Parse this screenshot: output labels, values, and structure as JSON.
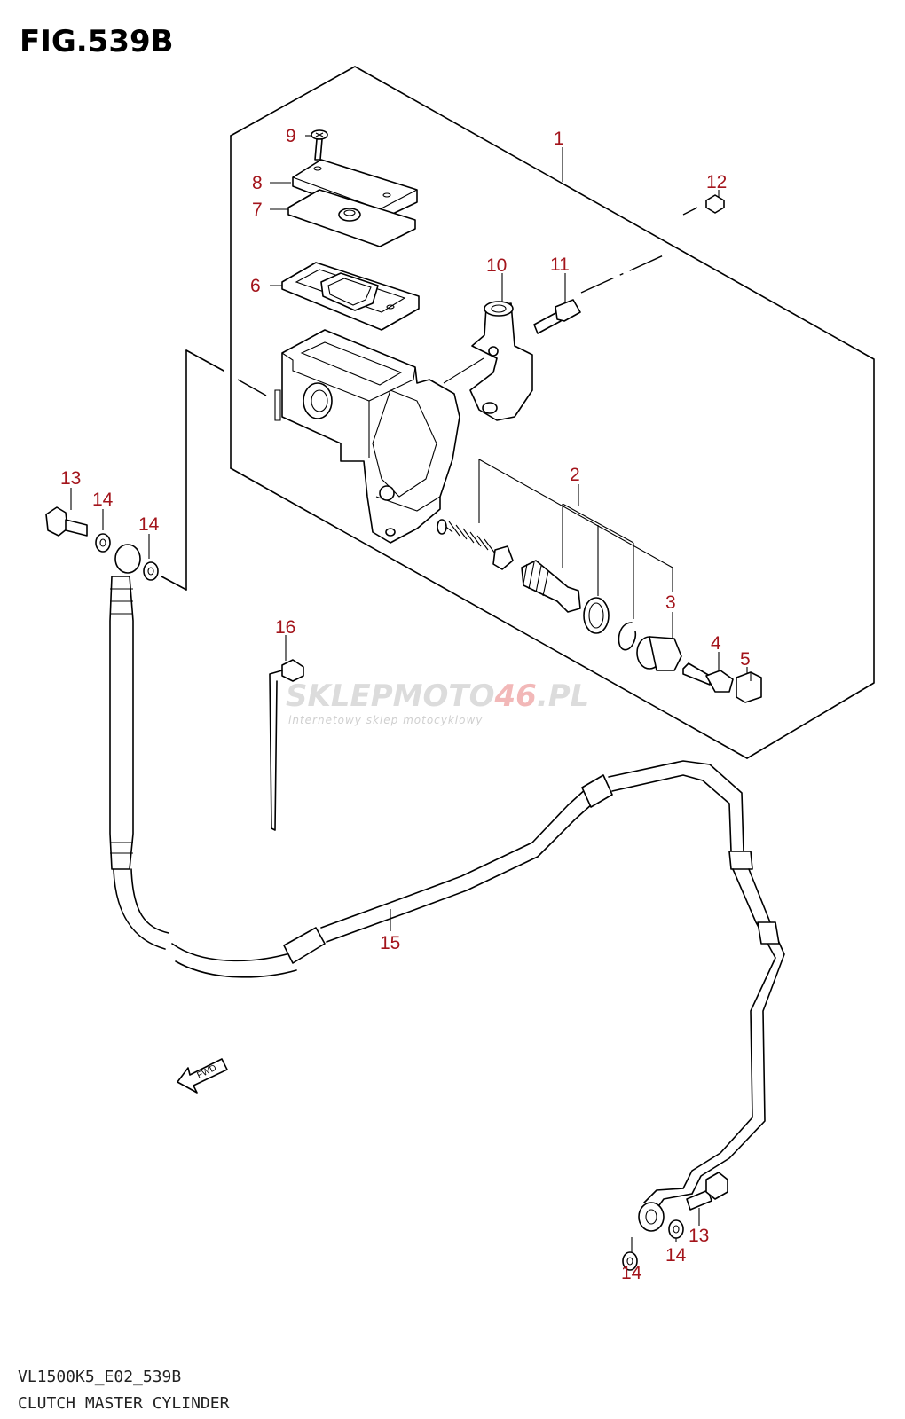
{
  "figure": {
    "title": "FIG.539B",
    "code": "VL1500K5_E02_539B",
    "caption": "CLUTCH MASTER CYLINDER"
  },
  "callouts": {
    "c1": "1",
    "c2": "2",
    "c3": "3",
    "c4": "4",
    "c5": "5",
    "c6": "6",
    "c7": "7",
    "c8": "8",
    "c9": "9",
    "c10": "10",
    "c11": "11",
    "c12": "12",
    "c13a": "13",
    "c14a": "14",
    "c14b": "14",
    "c15": "15",
    "c16": "16",
    "c13b": "13",
    "c14c": "14",
    "c14d": "14"
  },
  "fwd_label": "FWD",
  "watermark": {
    "main_a": "SKLEP",
    "main_b": "MOTO",
    "main_c": "46",
    "main_d": ".PL",
    "sub": "internetowy sklep motocyklowy"
  },
  "colors": {
    "callout": "#a3141b",
    "line": "#000000",
    "background": "#ffffff"
  }
}
